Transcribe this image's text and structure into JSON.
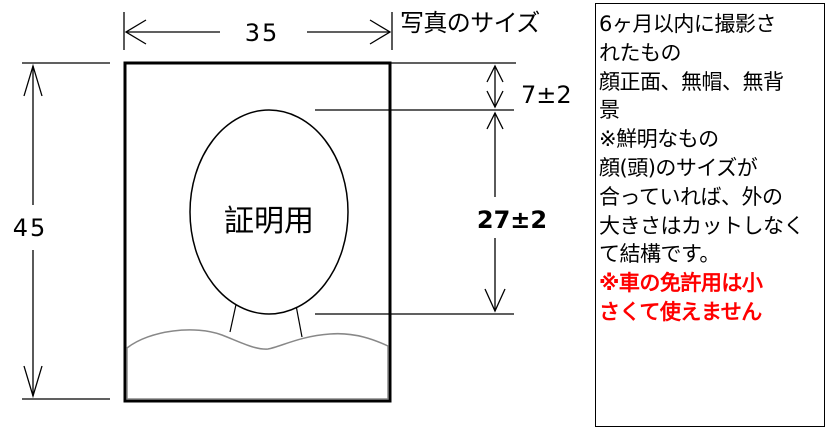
{
  "diagram": {
    "width_label": "35",
    "height_label": "45",
    "top_margin_label": "7±2",
    "head_height_label": "27±2",
    "oval_label": "証明用",
    "title": "写真のサイズ"
  },
  "notes": {
    "lines": [
      "6ヶ月以内に撮影さ",
      "れたもの",
      "顔正面、無帽、無背",
      "景",
      "※鮮明なもの",
      "顔(頭)のサイズが",
      "合っていれば、外の",
      "大きさはカットしなく",
      "て結構です。"
    ],
    "warning_lines": [
      "※車の免許用は小",
      "さくて使えません"
    ],
    "warning_color": "#ff0000"
  }
}
